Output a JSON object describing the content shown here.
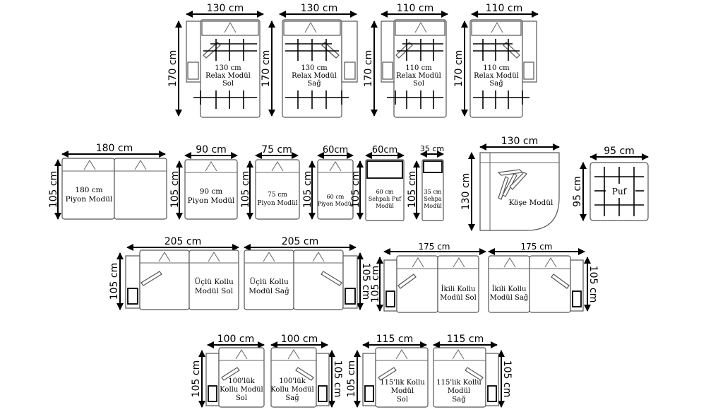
{
  "row1": [
    {
      "w": "130 cm",
      "h": "170 cm",
      "l1": "130 cm",
      "l2": "Relax Modül",
      "l3": "Sol"
    },
    {
      "w": "130 cm",
      "h": "170 cm",
      "l1": "130 cm",
      "l2": "Relax Modül",
      "l3": "Sağ"
    },
    {
      "w": "110 cm",
      "h": "170 cm",
      "l1": "110 cm",
      "l2": "Relax Modül",
      "l3": "Sol"
    },
    {
      "w": "110 cm",
      "h": "170 cm",
      "l1": "110 cm",
      "l2": "Relax Modül",
      "l3": "Sağ"
    }
  ],
  "row2": [
    {
      "w": "180 cm",
      "h": "105 cm",
      "l1": "180 cm",
      "l2": "Piyon Modül"
    },
    {
      "w": "90 cm",
      "h": "105 cm",
      "l1": "90 cm",
      "l2": "Piyon Modül"
    },
    {
      "w": "75 cm",
      "h": "105 cm",
      "l1": "75 cm",
      "l2": "Piyon Modül"
    },
    {
      "w": "60cm",
      "h": "105 cm",
      "l1": "60 cm",
      "l2": "Piyon Modül"
    },
    {
      "w": "60cm",
      "h": "105 cm",
      "l1": "60 cm",
      "l2": "Sehpalı Puf",
      "l3": "Modül"
    },
    {
      "w": "35 cm",
      "h": "105 cm",
      "l1": "35 cm",
      "l2": "Sehpa",
      "l3": "Modül"
    },
    {
      "w": "130 cm",
      "h": "130 cm",
      "l1": "Köşe Modül"
    },
    {
      "w": "95 cm",
      "h": "95 cm",
      "l1": "Puf"
    }
  ],
  "row3": [
    {
      "w": "205 cm",
      "h": "105 cm",
      "l1": "Üçlü Kollu",
      "l2": "Modül Sol"
    },
    {
      "w": "205 cm",
      "h": "105 cm",
      "l1": "Üçlü Kollu",
      "l2": "Modül Sağ"
    },
    {
      "w": "175 cm",
      "h": "105 cm",
      "l1": "İkili Kollu",
      "l2": "Modül Sol"
    },
    {
      "w": "175 cm",
      "h": "105 cm",
      "l1": "İkili Kollu",
      "l2": "Modül Sağ"
    }
  ],
  "row4": [
    {
      "w": "100 cm",
      "h": "105 cm",
      "l1": "100'lük",
      "l2": "Kollu Modül",
      "l3": "Sol"
    },
    {
      "w": "100 cm",
      "h": "105 cm",
      "l1": "100'lük",
      "l2": "Kollu Modül",
      "l3": "Sağ"
    },
    {
      "w": "115 cm",
      "h": "105 cm",
      "l1": "115'lik Kollu",
      "l2": "Modül",
      "l3": "Sol"
    },
    {
      "w": "115 cm",
      "h": "105 cm",
      "l1": "115'lik Kollu",
      "l2": "Modül",
      "l3": "Sağ"
    }
  ]
}
